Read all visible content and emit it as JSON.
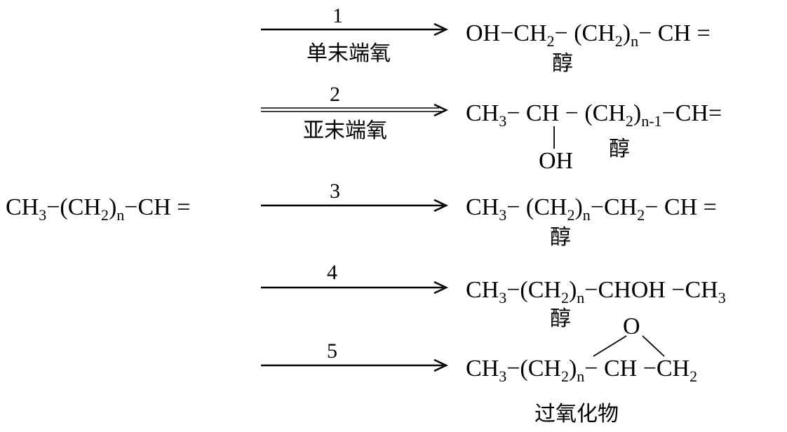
{
  "reactant": {
    "p1": "CH",
    "s1": "3",
    "p2": "−(CH",
    "s2": "2",
    "p3": ")",
    "s3": "n",
    "p4": "−CH ="
  },
  "pathways": [
    {
      "number": "1",
      "label": "单末端氧",
      "product": {
        "p1": "OH−CH",
        "s1": "2",
        "p2": "−  (CH",
        "s2": "2",
        "p3": ")",
        "s3": "n",
        "p4": "− CH ="
      },
      "class_label": "醇"
    },
    {
      "number": "2",
      "label": "亚末端氧",
      "product": {
        "p1": "CH",
        "s1": "3",
        "p2": "−  CH −  (CH",
        "s2": "2",
        "p3": ")",
        "s3": "n-1",
        "p4": "−CH="
      },
      "substituent": "OH",
      "class_label": "醇"
    },
    {
      "number": "3",
      "label": "",
      "product": {
        "p1": "CH",
        "s1": "3",
        "p2": "−  (CH",
        "s2": "2",
        "p3": ")",
        "s3": "n",
        "p4": "−CH",
        "s4": "2",
        "p5": "− CH  ="
      },
      "class_label": "醇"
    },
    {
      "number": "4",
      "label": "",
      "product": {
        "p1": "CH",
        "s1": "3",
        "p2": "−(CH",
        "s2": "2",
        "p3": ")",
        "s3": "n",
        "p4": "−CHOH −CH",
        "s4": "3"
      },
      "class_label": "醇"
    },
    {
      "number": "5",
      "label": "",
      "product": {
        "p1": "CH",
        "s1": "3",
        "p2": "−(CH",
        "s2": "2",
        "p3": ")",
        "s3": "n",
        "p4": "− CH −CH",
        "s4": "2"
      },
      "epoxide_atom": "O",
      "class_label": "过氧化物"
    }
  ]
}
